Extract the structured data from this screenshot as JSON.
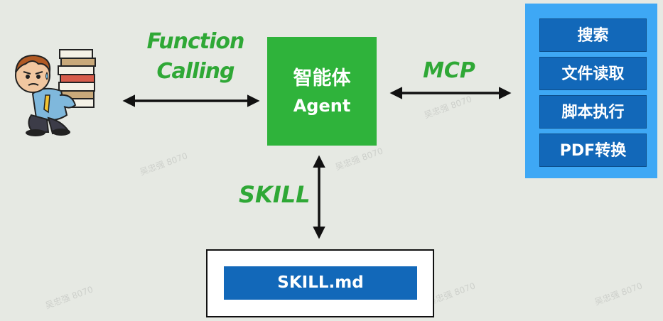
{
  "labels": {
    "function_calling": [
      "Function",
      "Calling"
    ],
    "mcp": "MCP",
    "skill": "SKILL"
  },
  "agent": {
    "line1": "智能体",
    "line2": "Agent"
  },
  "tools": [
    "搜索",
    "文件读取",
    "脚本执行",
    "PDF转换"
  ],
  "skill_file": "SKILL.md",
  "watermark": "吴忠强 8070",
  "colors": {
    "background": "#e6e9e3",
    "label_green": "#2fa836",
    "agent_green": "#2fb33b",
    "panel_blue": "#3ea8f5",
    "item_blue": "#1268b9",
    "arrow": "#111111"
  }
}
